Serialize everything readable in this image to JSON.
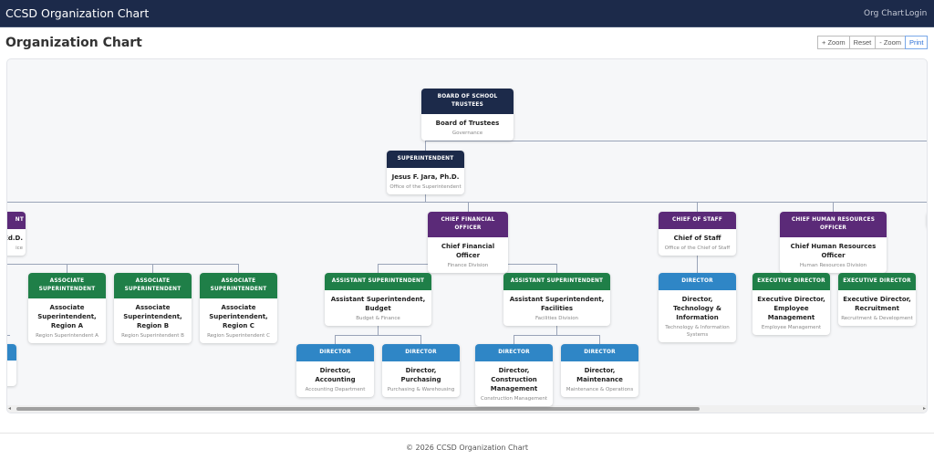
{
  "navbar": {
    "brand": "CCSD Organization Chart",
    "links": [
      "Org Chart",
      "Login"
    ]
  },
  "page": {
    "title": "Organization Chart"
  },
  "toolbar": {
    "zoom_in": "+ Zoom",
    "reset": "Reset",
    "zoom_out": "- Zoom",
    "print": "Print"
  },
  "colors": {
    "navbar": "#1c2a4a",
    "executive": "#1c2a4a",
    "chief": "#5b2a78",
    "associate": "#1f7f48",
    "director": "#2f86c6"
  },
  "nodes": {
    "board": {
      "role": "BOARD OF SCHOOL TRUSTEES",
      "name": "Board of Trustees",
      "dept": "Governance"
    },
    "supt": {
      "role": "SUPERINTENDENT",
      "name": "Jesus F. Jara, Ph.D.",
      "dept": "Office of the Superintendent"
    },
    "left_partial": {
      "role": "NT",
      "name": "Ed.D.",
      "dept": "ice"
    },
    "cfo": {
      "role": "CHIEF FINANCIAL OFFICER",
      "name": "Chief Financial Officer",
      "dept": "Finance Division"
    },
    "cos": {
      "role": "CHIEF OF STAFF",
      "name": "Chief of Staff",
      "dept": "Office of the Chief of Staff"
    },
    "chro": {
      "role": "CHIEF HUMAN RESOURCES OFFICER",
      "name": "Chief Human Resources Officer",
      "dept": "Human Resources Division"
    },
    "assoc_a": {
      "role": "ASSOCIATE SUPERINTENDENT",
      "name": "Associate Superintendent, Region A",
      "dept": "Region Superintendent A"
    },
    "assoc_b": {
      "role": "ASSOCIATE SUPERINTENDENT",
      "name": "Associate Superintendent, Region B",
      "dept": "Region Superintendent B"
    },
    "assoc_c": {
      "role": "ASSOCIATE SUPERINTENDENT",
      "name": "Associate Superintendent, Region C",
      "dept": "Region Superintendent C"
    },
    "as_budget": {
      "role": "ASSISTANT SUPERINTENDENT",
      "name": "Assistant Superintendent, Budget",
      "dept": "Budget & Finance"
    },
    "as_facilities": {
      "role": "ASSISTANT SUPERINTENDENT",
      "name": "Assistant Superintendent, Facilities",
      "dept": "Facilities Division"
    },
    "dir_tech": {
      "role": "DIRECTOR",
      "name": "Director, Technology & Information",
      "dept": "Technology & Information Systems"
    },
    "ed_emp": {
      "role": "EXECUTIVE DIRECTOR",
      "name": "Executive Director, Employee Management",
      "dept": "Employee Management"
    },
    "ed_rec": {
      "role": "EXECUTIVE DIRECTOR",
      "name": "Executive Director, Recruitment",
      "dept": "Recruitment & Development"
    },
    "dir_acct": {
      "role": "DIRECTOR",
      "name": "Director, Accounting",
      "dept": "Accounting Department"
    },
    "dir_purch": {
      "role": "DIRECTOR",
      "name": "Director, Purchasing",
      "dept": "Purchasing & Warehousing"
    },
    "dir_const": {
      "role": "DIRECTOR",
      "name": "Director, Construction Management",
      "dept": "Construction Management"
    },
    "dir_maint": {
      "role": "DIRECTOR",
      "name": "Director, Maintenance",
      "dept": "Maintenance & Operations"
    }
  },
  "footer": {
    "text": "© 2026 CCSD Organization Chart"
  }
}
